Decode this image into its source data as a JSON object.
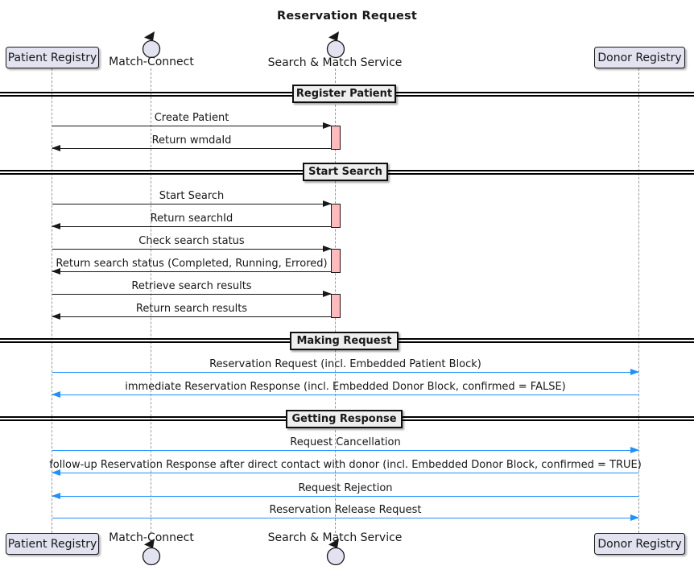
{
  "title": "Reservation Request",
  "colors": {
    "participant_fill": "#E2E2F0",
    "participant_border": "#181818",
    "divider_fill": "#EEEEEE",
    "activation_fill": "#FFBBBB",
    "black_arrow": "#181818",
    "blue_arrow": "#1E90FF",
    "lifeline": "#999999"
  },
  "participants": [
    {
      "name": "Patient Registry",
      "type": "box"
    },
    {
      "name": "Match-Connect",
      "type": "control"
    },
    {
      "name": "Search & Match Service",
      "type": "control"
    },
    {
      "name": "Donor Registry",
      "type": "box"
    }
  ],
  "dividers": [
    {
      "label": "Register Patient"
    },
    {
      "label": "Start Search"
    },
    {
      "label": "Making Request"
    },
    {
      "label": "Getting Response"
    }
  ],
  "messages": [
    {
      "text": "Create Patient",
      "from": "Patient Registry",
      "to": "Search & Match Service",
      "dir": "right",
      "color": "black"
    },
    {
      "text": "Return wmdaId",
      "from": "Search & Match Service",
      "to": "Patient Registry",
      "dir": "left",
      "color": "black"
    },
    {
      "text": "Start Search",
      "from": "Patient Registry",
      "to": "Search & Match Service",
      "dir": "right",
      "color": "black"
    },
    {
      "text": "Return searchId",
      "from": "Search & Match Service",
      "to": "Patient Registry",
      "dir": "left",
      "color": "black"
    },
    {
      "text": "Check search status",
      "from": "Patient Registry",
      "to": "Search & Match Service",
      "dir": "right",
      "color": "black"
    },
    {
      "text": "Return search status (Completed, Running, Errored)",
      "from": "Search & Match Service",
      "to": "Patient Registry",
      "dir": "left",
      "color": "black"
    },
    {
      "text": "Retrieve search results",
      "from": "Patient Registry",
      "to": "Search & Match Service",
      "dir": "right",
      "color": "black"
    },
    {
      "text": "Return search results",
      "from": "Search & Match Service",
      "to": "Patient Registry",
      "dir": "left",
      "color": "black"
    },
    {
      "text": "Reservation Request (incl. Embedded Patient Block)",
      "from": "Patient Registry",
      "to": "Donor Registry",
      "dir": "right",
      "color": "blue"
    },
    {
      "text": "immediate Reservation Response (incl. Embedded Donor Block, confirmed = FALSE)",
      "from": "Donor Registry",
      "to": "Patient Registry",
      "dir": "left",
      "color": "blue"
    },
    {
      "text": "Request Cancellation",
      "from": "Patient Registry",
      "to": "Donor Registry",
      "dir": "right",
      "color": "blue"
    },
    {
      "text": "follow-up Reservation Response after direct contact with donor (incl. Embedded Donor Block, confirmed = TRUE)",
      "from": "Donor Registry",
      "to": "Patient Registry",
      "dir": "left",
      "color": "blue"
    },
    {
      "text": "Request Rejection",
      "from": "Donor Registry",
      "to": "Patient Registry",
      "dir": "left",
      "color": "blue"
    },
    {
      "text": "Reservation Release Request",
      "from": "Patient Registry",
      "to": "Donor Registry",
      "dir": "right",
      "color": "blue"
    }
  ]
}
